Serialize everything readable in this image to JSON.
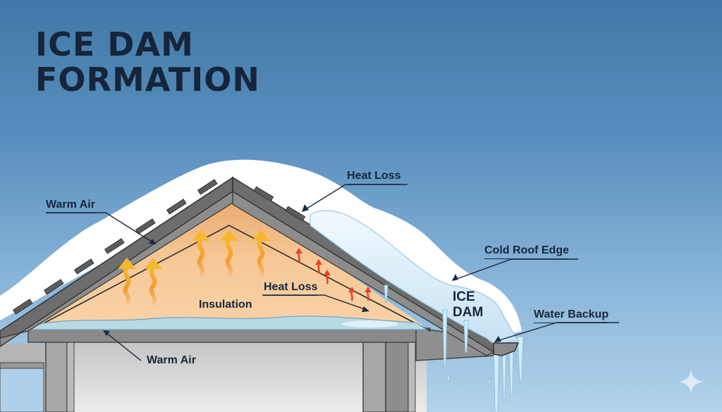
{
  "title": {
    "line1": "ICE DAM",
    "line2": "FORMATION"
  },
  "labels": {
    "warm_air_top": "Warm Air",
    "heat_loss_top": "Heat Loss",
    "cold_roof_edge": "Cold Roof Edge",
    "heat_loss_attic": "Heat Loss",
    "insulation": "Insulation",
    "water_backup": "Water Backup",
    "warm_air_bottom": "Warm Air",
    "ice_dam_line1": "ICE",
    "ice_dam_line2": "DAM"
  },
  "icons": {
    "heat_arrows": "heat-rising-arrow-icon",
    "small_heat_arrows": "heat-loss-arrow-icon",
    "sparkle": "sparkle-icon"
  },
  "colors": {
    "sky_top": "#3f78a6",
    "sky_bottom": "#b3d3ea",
    "title": "#16253a",
    "roof": "#7d7d7d",
    "attic": "#f6c48e",
    "insulation": "#b9d9e3",
    "heat_arrow": "#f5b82e",
    "heat_loss_arrow": "#e8402a",
    "snow": "#ffffff",
    "ice": "#d7ecf8"
  }
}
